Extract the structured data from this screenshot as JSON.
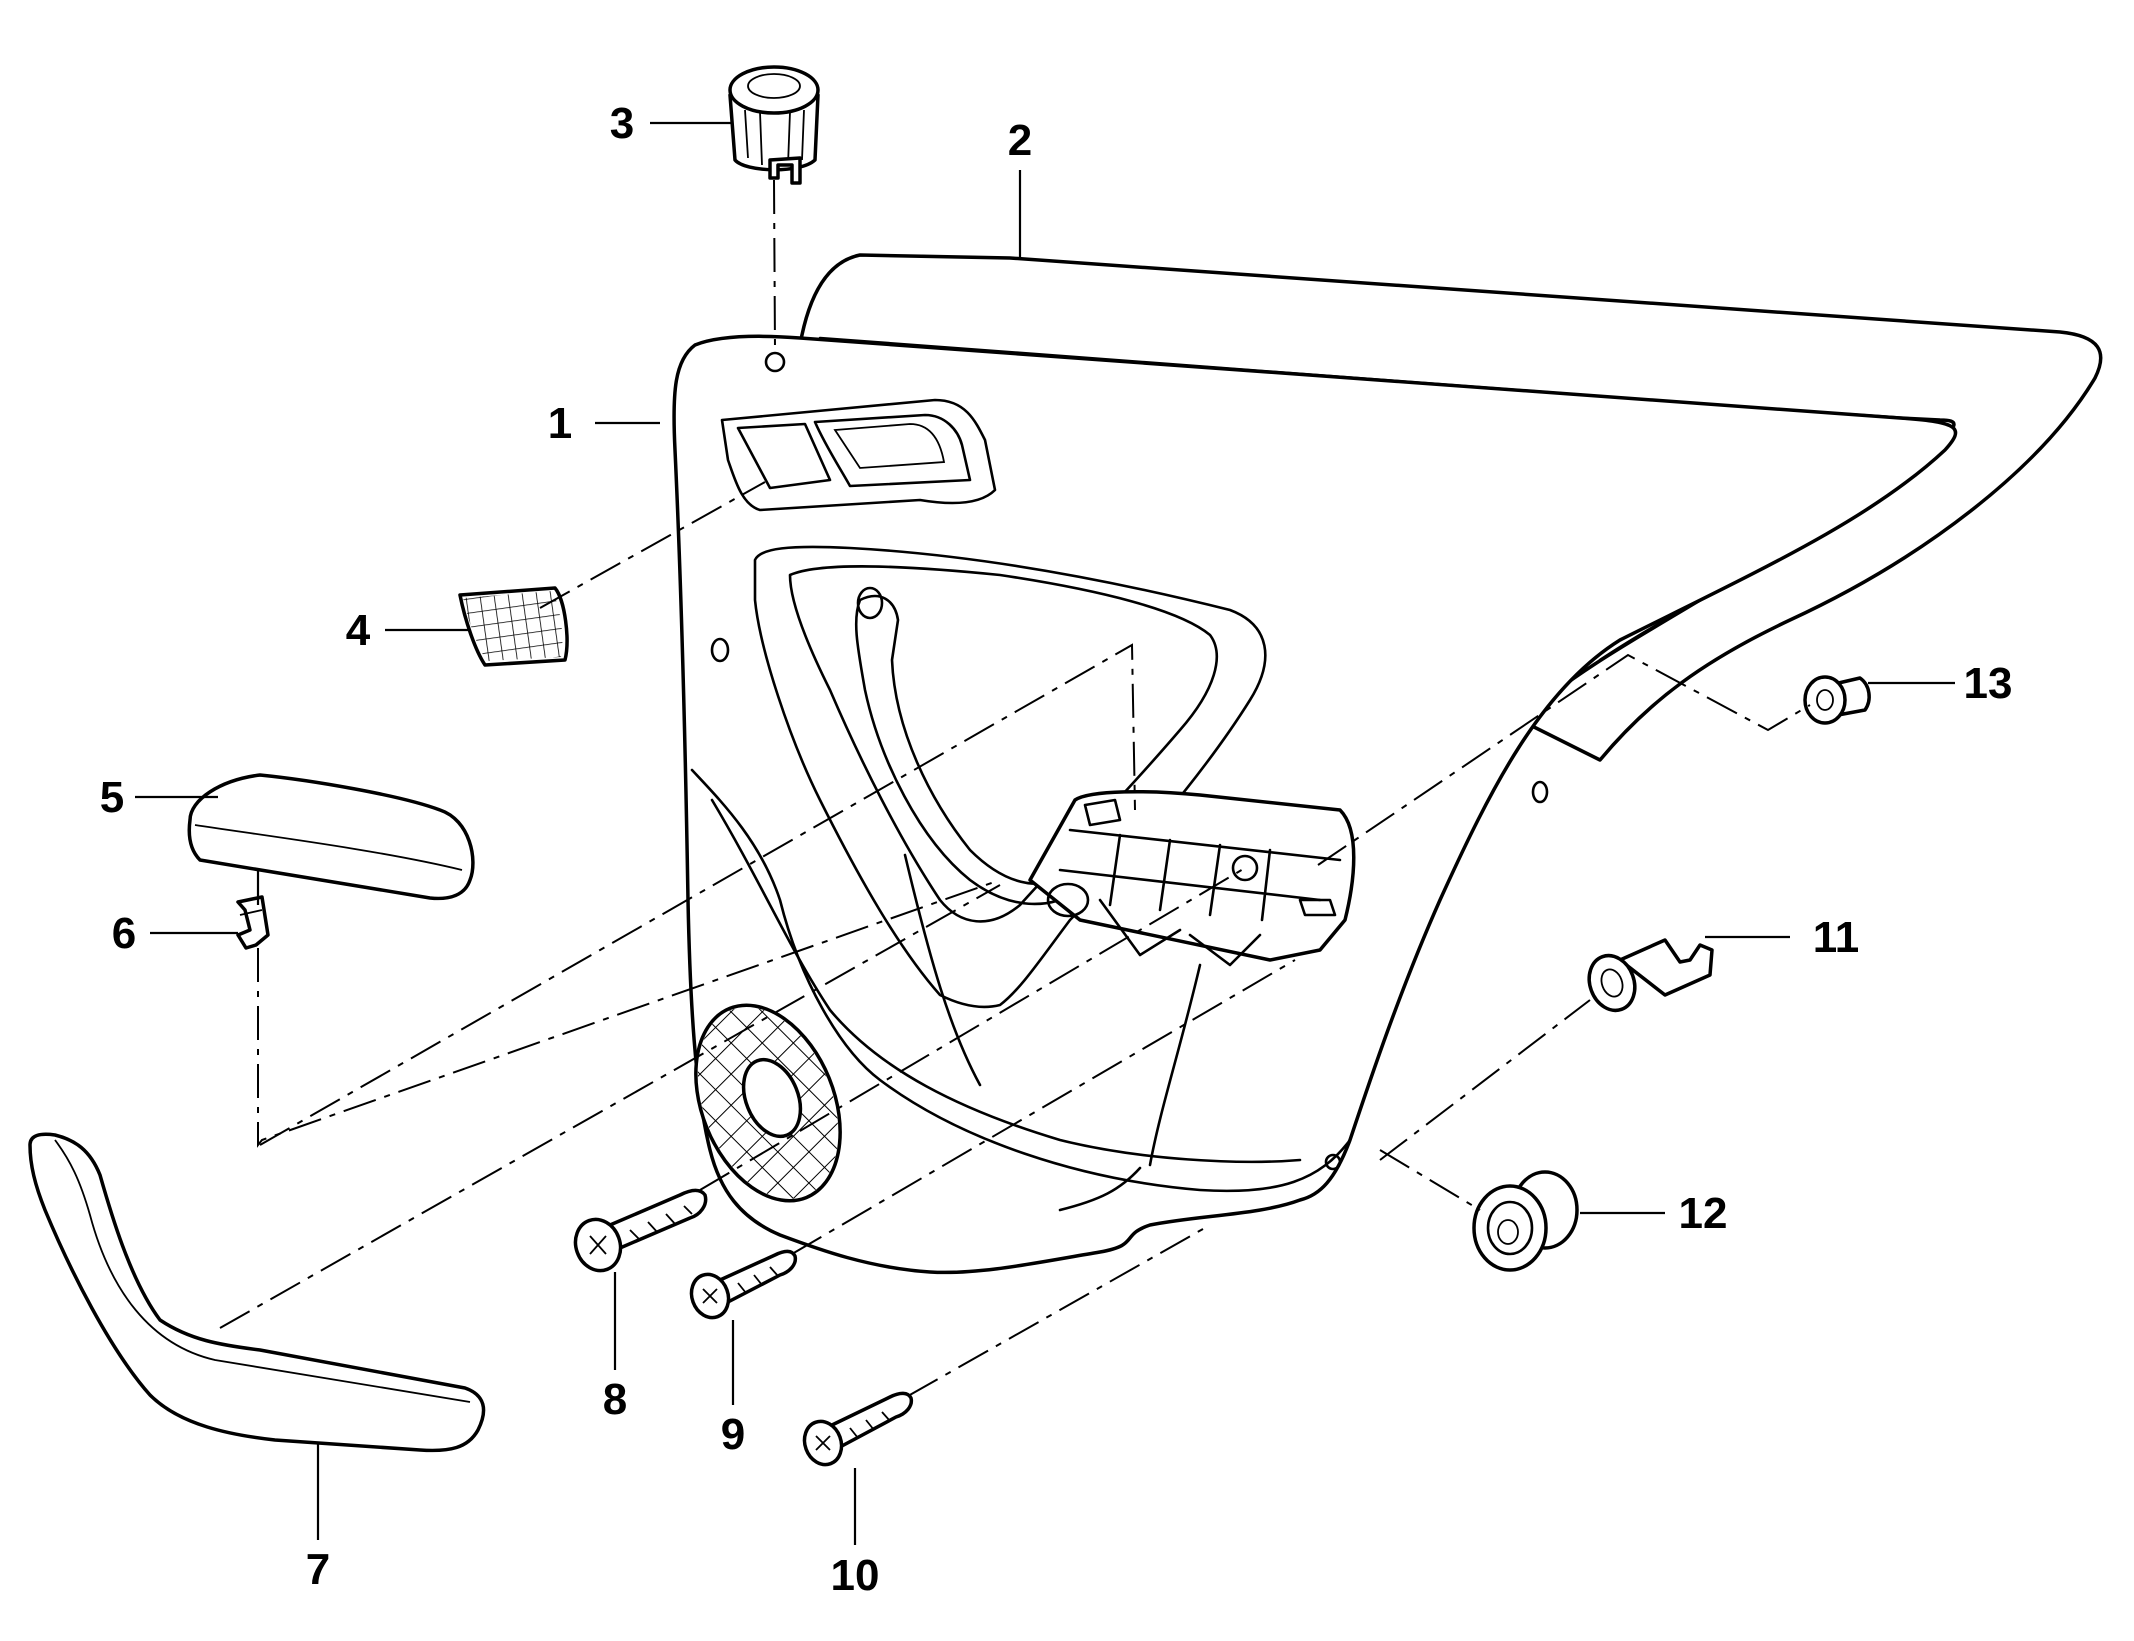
{
  "diagram": {
    "callouts": [
      {
        "id": "panel",
        "number": "1"
      },
      {
        "id": "upper-trim",
        "number": "2"
      },
      {
        "id": "cap",
        "number": "3"
      },
      {
        "id": "grille",
        "number": "4"
      },
      {
        "id": "armrest-pad",
        "number": "5"
      },
      {
        "id": "clip",
        "number": "6"
      },
      {
        "id": "pull-handle",
        "number": "7"
      },
      {
        "id": "screw-a",
        "number": "8"
      },
      {
        "id": "screw-b",
        "number": "9"
      },
      {
        "id": "screw-c",
        "number": "10"
      },
      {
        "id": "fastener-pin",
        "number": "11"
      },
      {
        "id": "grommet",
        "number": "12"
      },
      {
        "id": "retainer",
        "number": "13"
      }
    ]
  }
}
